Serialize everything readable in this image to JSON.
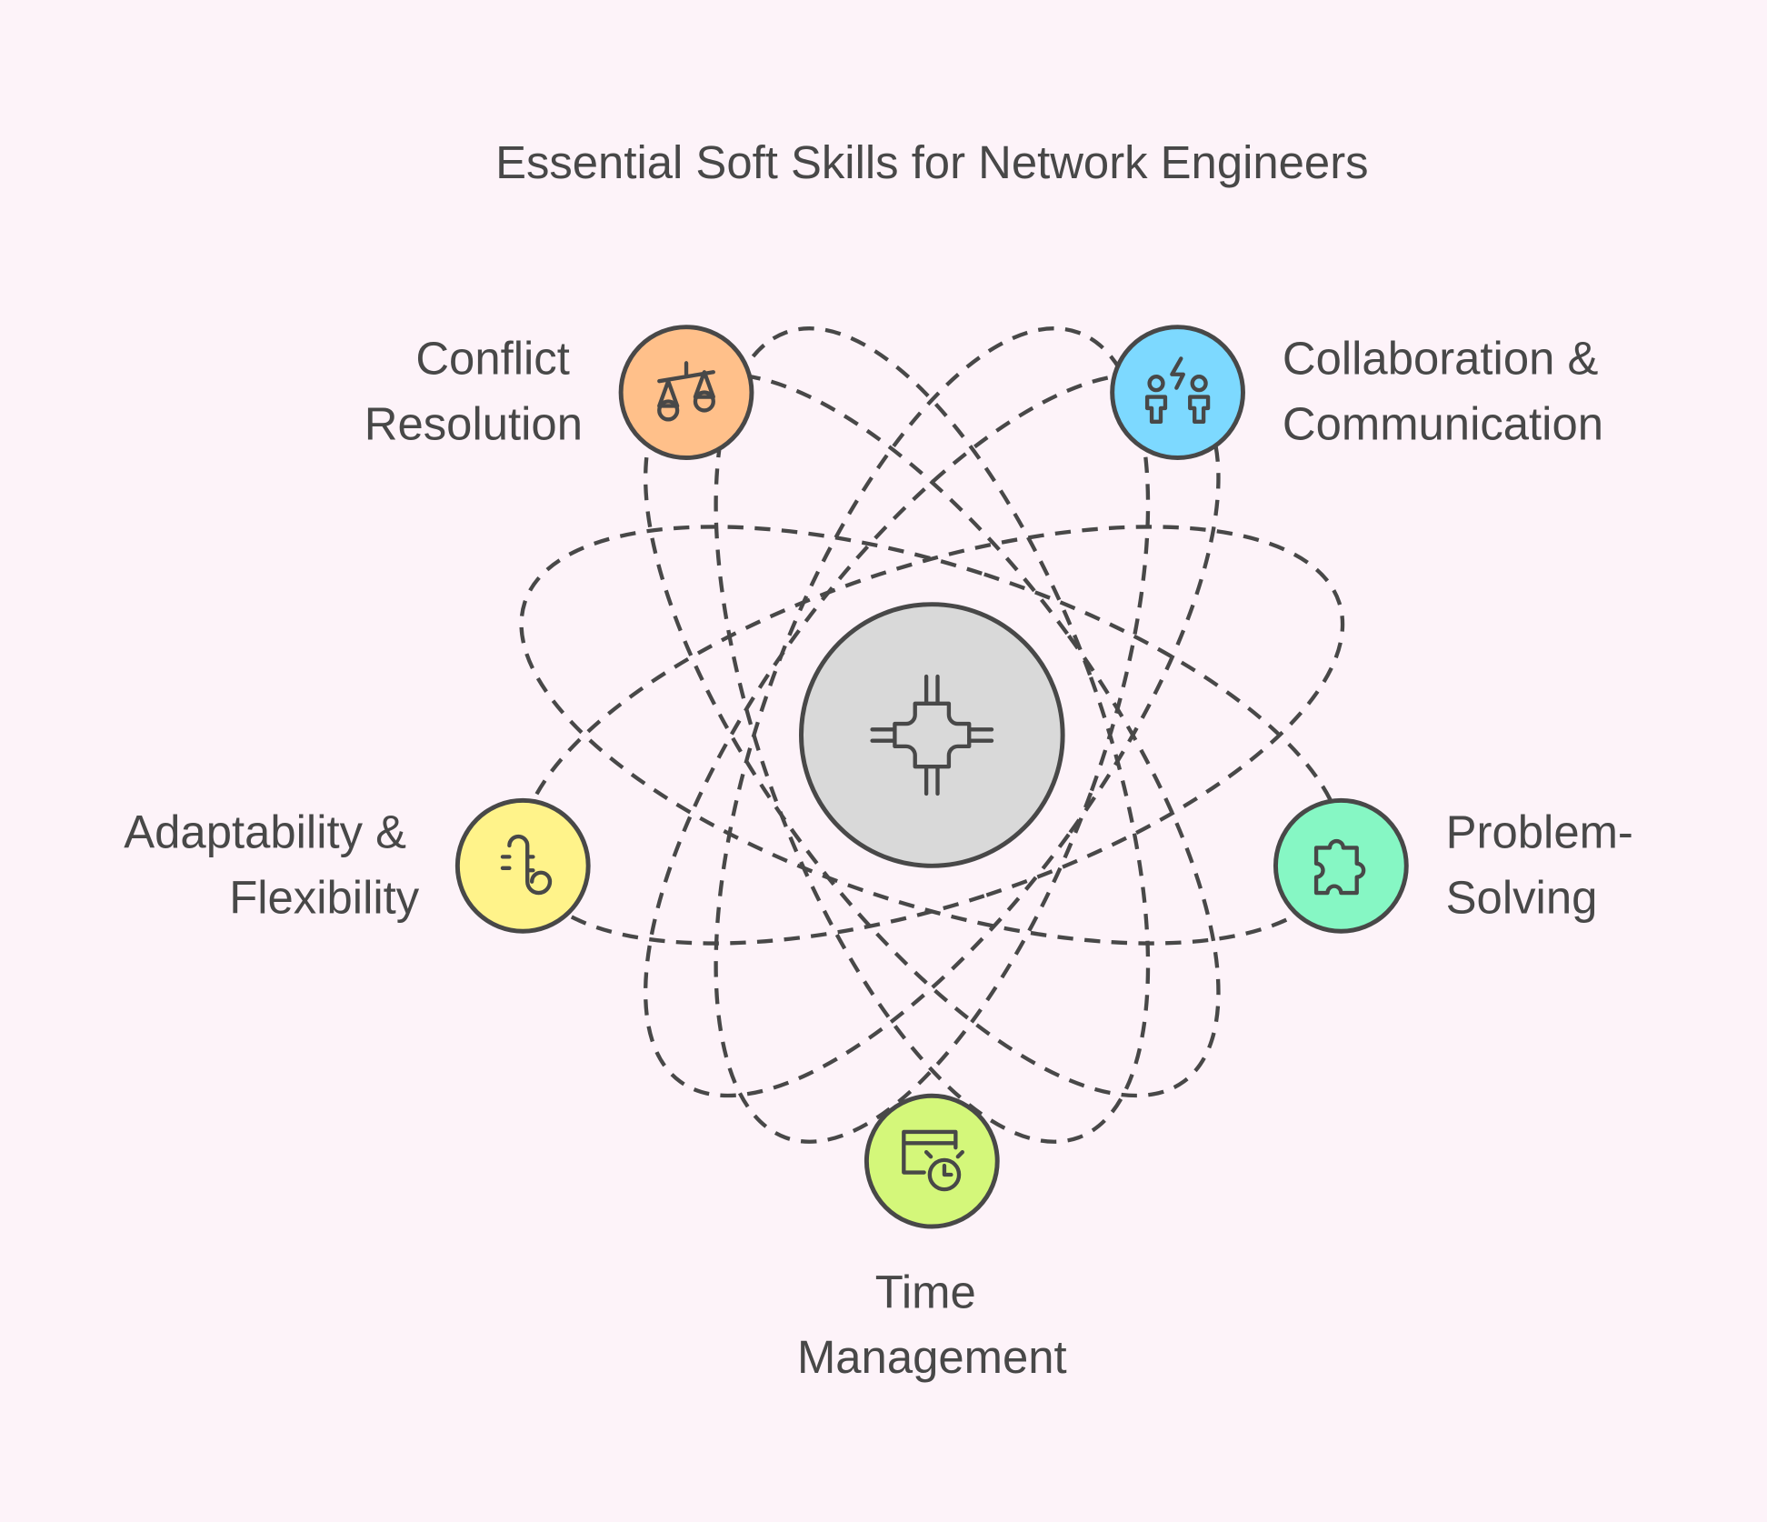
{
  "title": "Essential Soft Skills for Network Engineers",
  "center": {
    "icon": "microchip-icon",
    "color": "#D9D9D9"
  },
  "skills": [
    {
      "line1": "Conflict",
      "line2": "Resolution",
      "icon": "scales-icon",
      "color": "#FFC08A"
    },
    {
      "line1": "Collaboration &",
      "line2": "Communication",
      "icon": "people-icon",
      "color": "#7DD9FF"
    },
    {
      "line1": "Problem-",
      "line2": "Solving",
      "icon": "puzzle-icon",
      "color": "#86F7C4"
    },
    {
      "line1": "Time",
      "line2": "Management",
      "icon": "calendar-clock-icon",
      "color": "#D4F77A"
    },
    {
      "line1": "Adaptability &",
      "line2": "Flexibility",
      "icon": "chameleon-icon",
      "color": "#FFF38A"
    }
  ]
}
